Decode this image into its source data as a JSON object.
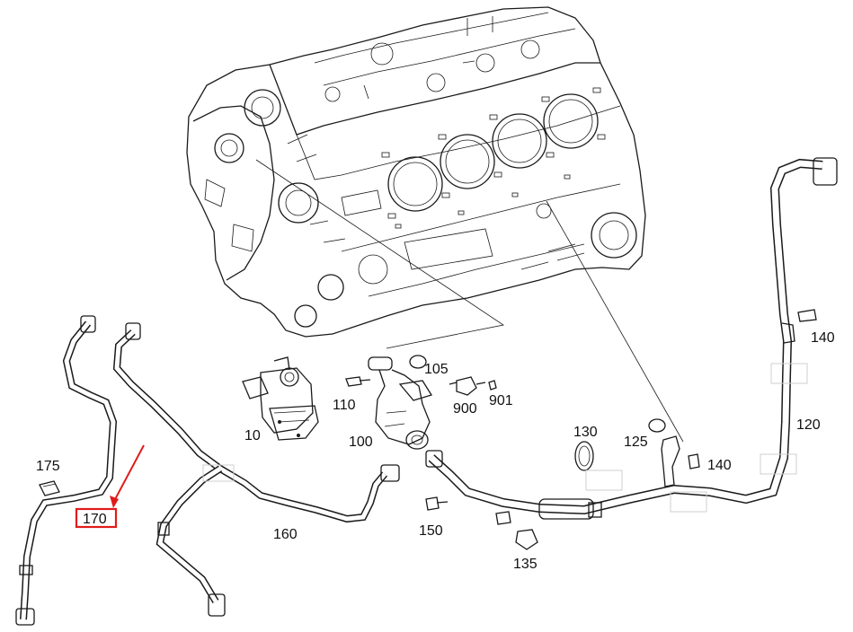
{
  "diagram": {
    "part_labels": [
      {
        "id": "p105",
        "text": "105"
      },
      {
        "id": "p110",
        "text": "110"
      },
      {
        "id": "p900",
        "text": "900"
      },
      {
        "id": "p901",
        "text": "901"
      },
      {
        "id": "p10",
        "text": "10"
      },
      {
        "id": "p100",
        "text": "100"
      },
      {
        "id": "p130",
        "text": "130"
      },
      {
        "id": "p125",
        "text": "125"
      },
      {
        "id": "p140a",
        "text": "140"
      },
      {
        "id": "p140b",
        "text": "140"
      },
      {
        "id": "p120",
        "text": "120"
      },
      {
        "id": "p175",
        "text": "175"
      },
      {
        "id": "p170",
        "text": "170"
      },
      {
        "id": "p160",
        "text": "160"
      },
      {
        "id": "p150",
        "text": "150"
      },
      {
        "id": "p135",
        "text": "135"
      }
    ],
    "highlighted_part": "170",
    "highlight_color": "#e01b1b"
  }
}
